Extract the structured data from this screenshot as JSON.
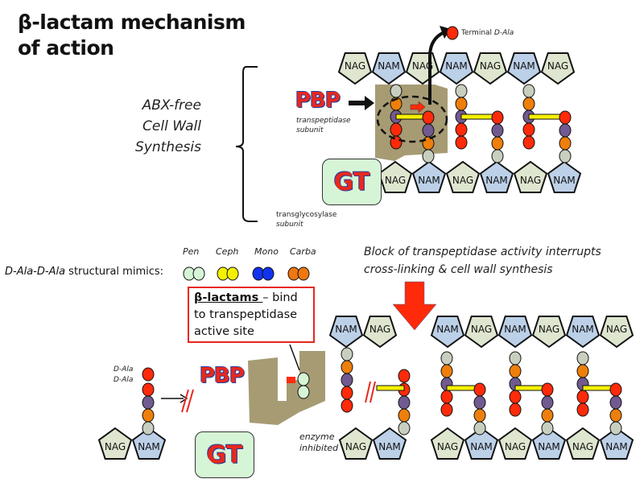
{
  "title": {
    "line1": "β-lactam mechanism",
    "line2": "of action"
  },
  "top_section": {
    "label_lines": [
      "ABX-free",
      "Cell Wall",
      "Synthesis"
    ],
    "pbp_label": "PBP",
    "pbp_sublabel_lines": [
      "transpeptidase",
      "subunit"
    ],
    "gt_label": "GT",
    "gt_sublabel_lines": [
      "transglycosylase",
      "subunit"
    ],
    "terminal_label_prefix": "Terminal ",
    "terminal_label_ital": "D-Ala",
    "top_chain": [
      "NAG",
      "NAM",
      "NAG",
      "NAM",
      "NAG",
      "NAM",
      "NAG"
    ],
    "bottom_chain": [
      "NAG",
      "NAM",
      "NAG",
      "NAM",
      "NAG",
      "NAM"
    ]
  },
  "mimics": {
    "label_ital": "D-Ala-D-Ala",
    "label_rest": " structural mimics:",
    "items": [
      {
        "name": "Pen",
        "color": "#d6f5d6"
      },
      {
        "name": "Ceph",
        "color": "#f5f000"
      },
      {
        "name": "Mono",
        "color": "#1133ee"
      },
      {
        "name": "Carba",
        "color": "#ee7711"
      }
    ]
  },
  "callout": {
    "bold": "β-lactams ",
    "rest": "– bind to transpeptidase active site"
  },
  "bottom_section": {
    "dala_labels": [
      "D-Ala",
      "D-Ala"
    ],
    "pbp_label": "PBP",
    "gt_label": "GT",
    "enzyme_label_lines": [
      "enzyme",
      "inhibited"
    ],
    "block_text_lines": [
      "Block of transpeptidase activity interrupts",
      "cross-linking & cell wall synthesis"
    ],
    "monomer": [
      "NAG",
      "NAM"
    ],
    "top_chain_a": [
      "NAM",
      "NAG"
    ],
    "top_chain_b": [
      "NAM",
      "NAG",
      "NAM",
      "NAG",
      "NAM",
      "NAG"
    ],
    "bottom_chain_a": [
      "NAG",
      "NAM"
    ],
    "bottom_chain_b": [
      "NAG",
      "NAM",
      "NAG",
      "NAM",
      "NAG",
      "NAM"
    ]
  },
  "colors": {
    "nag": "#dfe6cf",
    "nam": "#bcd0e8",
    "red": "#ff2a0a",
    "orange": "#ee7f0a",
    "purple": "#715a90",
    "sugar_link": "#c9cfbf",
    "bridge": "#f5f000",
    "enzyme": "#9c9064",
    "accent_red": "#e8281e"
  }
}
